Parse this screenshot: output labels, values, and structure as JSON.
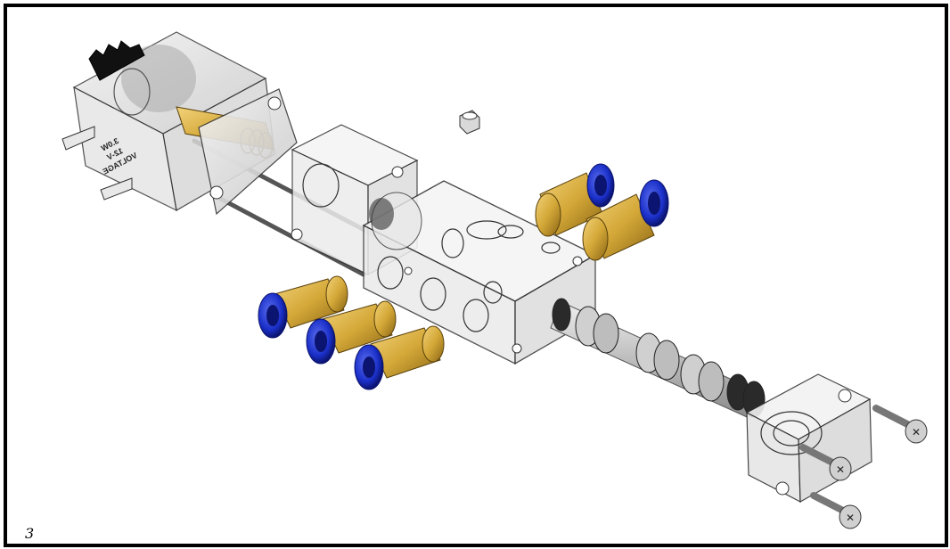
{
  "sheet": {
    "number": "3"
  },
  "solenoid": {
    "label_lines": [
      "VOLTAGE",
      "12-V",
      "3.0W"
    ]
  },
  "colors": {
    "frame": "#000000",
    "brass": "#d4a838",
    "brass_dark": "#8a6514",
    "fitting_blue": "#1a2fc8",
    "glass": "#dcdcdc",
    "seal": "#2a2a2a",
    "spool": "#bdbdbd"
  }
}
